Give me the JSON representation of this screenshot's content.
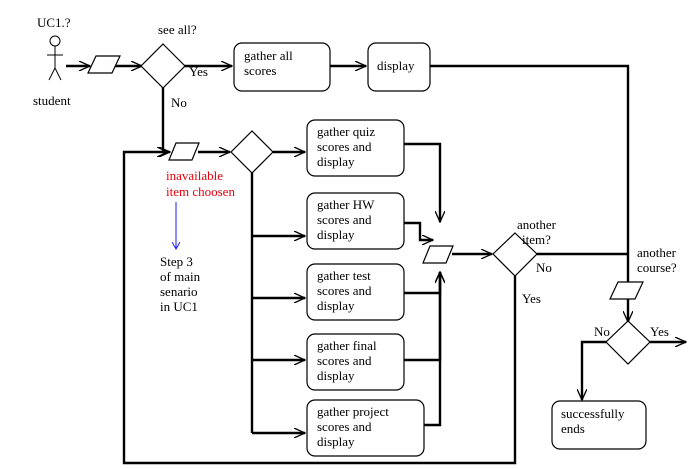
{
  "actor": {
    "usecase_label": "UC1.?",
    "name": "student"
  },
  "decisions": {
    "see_all": {
      "question": "see all?",
      "yes": "Yes",
      "no": "No"
    },
    "another_item": {
      "question": [
        "another",
        "item?"
      ],
      "no": "No",
      "yes": "Yes"
    },
    "another_course": {
      "question": [
        "another",
        "course?"
      ],
      "no": "No",
      "yes": "Yes"
    }
  },
  "nodes": {
    "gather_all": [
      "gather all",
      "scores"
    ],
    "display": [
      "display"
    ],
    "quiz": [
      "gather quiz",
      "scores and",
      "display"
    ],
    "hw": [
      "gather HW",
      "scores and",
      "display"
    ],
    "test": [
      "gather test",
      "scores and",
      "display"
    ],
    "final": [
      "gather final",
      "scores and",
      "display"
    ],
    "project": [
      "gather project",
      "scores and",
      "display"
    ],
    "success": [
      "successfully",
      "ends"
    ]
  },
  "error_note": [
    "inavailable",
    "item choosen"
  ],
  "step_note": [
    "Step 3",
    "of main",
    "senario",
    "in UC1"
  ],
  "colors": {
    "error_text": "#e8000b",
    "note_arrow": "#1a1aff"
  }
}
